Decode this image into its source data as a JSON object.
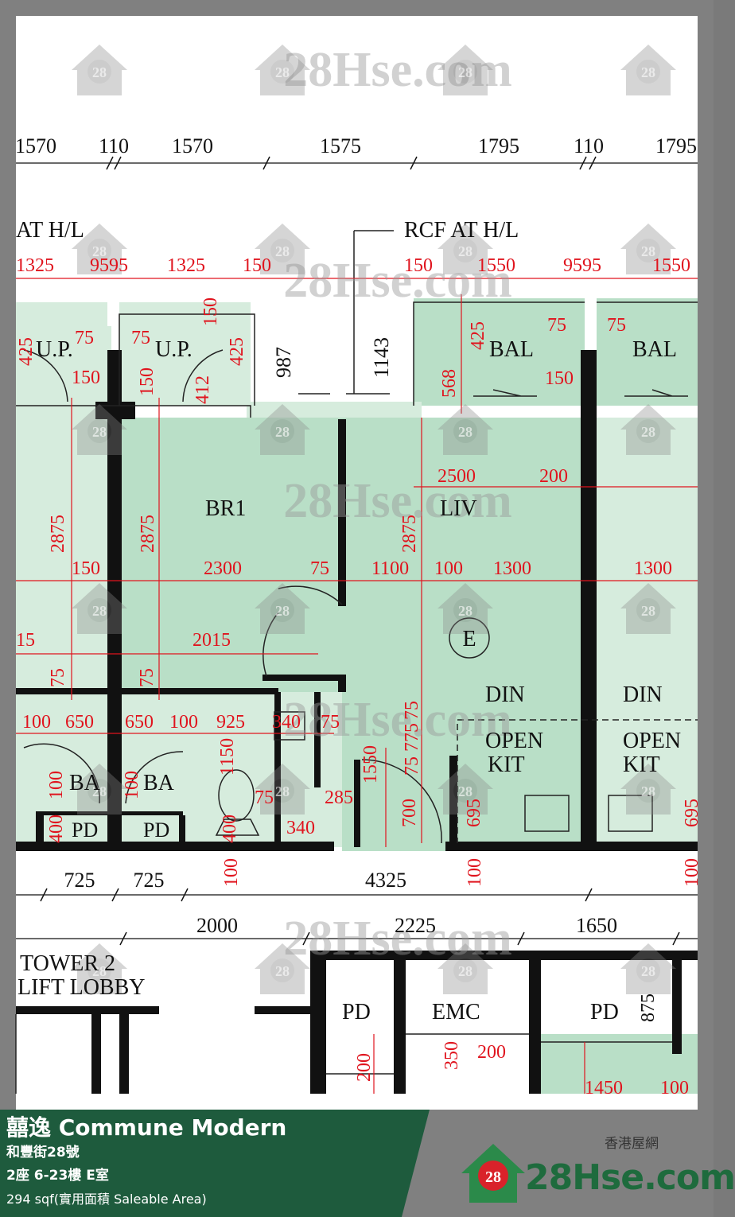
{
  "listing": {
    "title": "囍逸 Commune Modern",
    "address": "和豐街28號",
    "unit": "2座 6-23樓 E室",
    "area": "294 sqf(實用面積 Saleable Area)"
  },
  "brand": {
    "name_cn": "香港屋網",
    "logo_text": "28Hse.com",
    "logo_number": "28",
    "watermark": "28Hse.com",
    "color_green": "#1e5b3d",
    "color_red": "#d9222a"
  },
  "plan": {
    "colors": {
      "room": "#b9dfc7",
      "room_light": "#d6ecdd",
      "wall": "#111111",
      "dim": "#e0141e"
    },
    "top_dims": [
      "1570",
      "110",
      "1570",
      "1575",
      "1795",
      "110",
      "1795"
    ],
    "labels": {
      "at_hl": "AT H/L",
      "rcf_at_hl": "RCF AT H/L",
      "up1": "U.P.",
      "up2": "U.P.",
      "bal1": "BAL",
      "bal2": "BAL",
      "br1": "BR1",
      "liv": "LIV",
      "e": "E",
      "din1": "DIN",
      "din2": "DIN",
      "open1": "OPEN",
      "kit1": "KIT",
      "open2": "OPEN",
      "kit2": "KIT",
      "ba1": "BA",
      "ba2": "BA",
      "pd1": "PD",
      "pd2": "PD",
      "pd3": "PD",
      "pd4": "PD",
      "emc": "EMC",
      "tower": "TOWER 2",
      "lift": "LIFT LOBBY"
    },
    "red_dims": [
      "1325",
      "9595",
      "1325",
      "150",
      "150",
      "1550",
      "9595",
      "1550",
      "425",
      "75",
      "75",
      "150",
      "150",
      "412",
      "425",
      "150",
      "75",
      "75",
      "150",
      "425",
      "568",
      "2875",
      "2875",
      "2875",
      "2500",
      "200",
      "150",
      "2300",
      "75",
      "1100",
      "100",
      "1300",
      "1300",
      "15",
      "2015",
      "75",
      "75",
      "100",
      "650",
      "650",
      "100",
      "925",
      "340",
      "75",
      "75",
      "1150",
      "775",
      "1550",
      "75",
      "100",
      "100",
      "75",
      "285",
      "700",
      "340",
      "400",
      "400",
      "695",
      "695",
      "100",
      "100",
      "100",
      "200",
      "350",
      "200",
      "1450",
      "100"
    ],
    "black_dims": [
      "987",
      "1143",
      "725",
      "725",
      "4325",
      "2000",
      "2225",
      "1650",
      "875"
    ]
  }
}
